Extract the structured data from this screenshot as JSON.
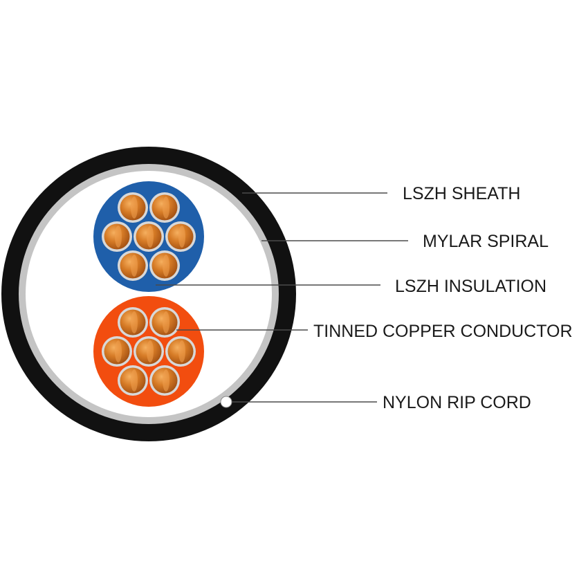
{
  "colors": {
    "sheath": "#111111",
    "mylar": "#c4c4c4",
    "inner_fill": "#ffffff",
    "insulation_core_1": "#1f5faa",
    "insulation_core_2": "#f24d0f",
    "copper": "#c0661c",
    "copper_highlight": "#f0a050",
    "tinned_ring": "#d8d8d8",
    "rip_cord": "#ffffff",
    "leader_line": "#4a4a4a",
    "label": "#1a1a1a"
  },
  "labels": {
    "sheath": "LSZH SHEATH",
    "mylar": "MYLAR SPIRAL",
    "insulation": "LSZH INSULATION",
    "conductor": "TINNED COPPER CONDUCTOR",
    "rip_cord": "NYLON RIP CORD"
  },
  "cores": [
    {
      "name": "core-blue",
      "insulation_color": "#1f5faa",
      "strands": 7
    },
    {
      "name": "core-orange",
      "insulation_color": "#f24d0f",
      "strands": 7
    }
  ]
}
